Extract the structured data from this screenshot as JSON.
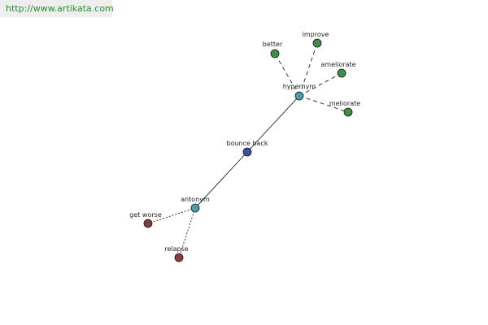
{
  "source": {
    "url_text": "http://www.artikata.com"
  },
  "graph": {
    "colors": {
      "center": "#3b4fa3",
      "relation": "#4a9fa2",
      "synonym": "#3f8c45",
      "antonym_term": "#8b3a3a",
      "edge": "#222222"
    },
    "nodes": {
      "center": {
        "label": "bounce back",
        "type": "center"
      },
      "hypernym": {
        "label": "hypernym",
        "type": "relation"
      },
      "antonym": {
        "label": "antonym",
        "type": "relation"
      },
      "better": {
        "label": "better",
        "type": "synonym"
      },
      "improve": {
        "label": "improve",
        "type": "synonym"
      },
      "ameliorate": {
        "label": "ameliorate",
        "type": "synonym"
      },
      "meliorate": {
        "label": "meliorate",
        "type": "synonym"
      },
      "get_worse": {
        "label": "get worse",
        "type": "antonym_term"
      },
      "relapse": {
        "label": "relapse",
        "type": "antonym_term"
      }
    },
    "edges": [
      {
        "from": "center",
        "to": "hypernym",
        "style": "solid"
      },
      {
        "from": "center",
        "to": "antonym",
        "style": "solid"
      },
      {
        "from": "hypernym",
        "to": "better",
        "style": "dashed"
      },
      {
        "from": "hypernym",
        "to": "improve",
        "style": "dashed"
      },
      {
        "from": "hypernym",
        "to": "ameliorate",
        "style": "dashed"
      },
      {
        "from": "hypernym",
        "to": "meliorate",
        "style": "dashed"
      },
      {
        "from": "antonym",
        "to": "get_worse",
        "style": "dotted"
      },
      {
        "from": "antonym",
        "to": "relapse",
        "style": "dotted"
      }
    ]
  }
}
